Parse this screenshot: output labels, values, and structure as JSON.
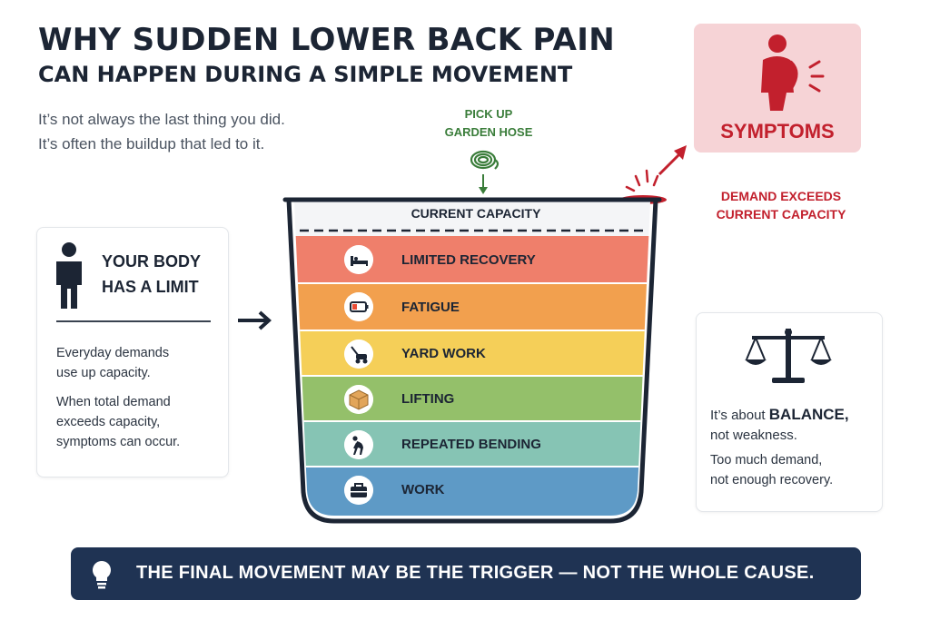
{
  "title": {
    "line1": "WHY SUDDEN LOWER BACK PAIN",
    "line2": "CAN HAPPEN DURING A SIMPLE MOVEMENT"
  },
  "subtitle": {
    "line1": "It’s not always the last thing you did.",
    "line2": "It’s often the buildup that led to it."
  },
  "trigger": {
    "line1": "PICK UP",
    "line2": "GARDEN HOSE",
    "icon": "garden-hose-icon"
  },
  "symptoms": {
    "label": "SYMPTOMS",
    "icon": "person-back-pain-icon"
  },
  "overflow_note": {
    "line1": "DEMAND EXCEEDS",
    "line2": "CURRENT CAPACITY"
  },
  "body_card": {
    "title_line1": "YOUR BODY",
    "title_line2": "HAS A LIMIT",
    "p1_line1": "Everyday demands",
    "p1_line2": "use up capacity.",
    "p2_line1": "When total demand",
    "p2_line2": "exceeds capacity,",
    "p2_line3": "symptoms can occur.",
    "icon": "person-icon"
  },
  "jar": {
    "capacity_label": "CURRENT CAPACITY",
    "layers": [
      {
        "label": "LIMITED RECOVERY",
        "icon": "bed-icon",
        "color": "#ef7f6b"
      },
      {
        "label": "FATIGUE",
        "icon": "low-battery-icon",
        "color": "#f2a04e"
      },
      {
        "label": "YARD WORK",
        "icon": "lawn-mower-icon",
        "color": "#f5cf58"
      },
      {
        "label": "LIFTING",
        "icon": "box-icon",
        "color": "#94c06a"
      },
      {
        "label": "REPEATED BENDING",
        "icon": "bending-person-icon",
        "color": "#86c4b4"
      },
      {
        "label": "WORK",
        "icon": "briefcase-icon",
        "color": "#5e9ac6"
      }
    ]
  },
  "balance_card": {
    "p1_prefix": "It’s about ",
    "p1_bold": "BALANCE,",
    "p1_line2": "not weakness.",
    "p2_line1": "Too much demand,",
    "p2_line2": "not enough recovery.",
    "icon": "balance-scale-icon"
  },
  "banner": {
    "text": "THE FINAL MOVEMENT MAY BE THE TRIGGER — NOT THE WHOLE CAUSE.",
    "icon": "lightbulb-icon"
  },
  "colors": {
    "navy": "#1f3353",
    "red": "#c2202d",
    "green": "#3a7d3a",
    "symptoms_bg": "#f6d3d6"
  }
}
